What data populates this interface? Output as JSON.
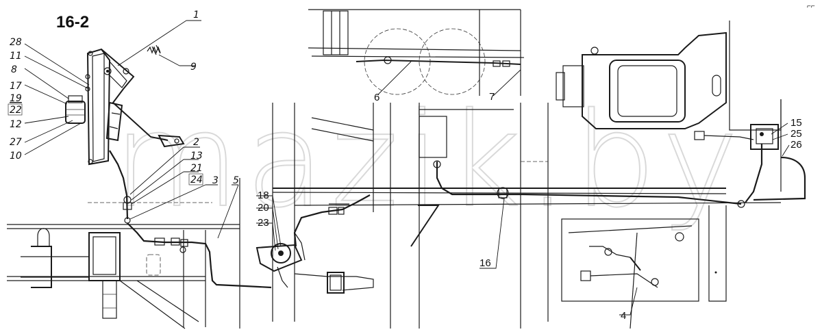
{
  "figure": {
    "title": "16-2",
    "watermark": "mazik.by",
    "corner_mark": "⌐⌐"
  },
  "callouts": {
    "c1": "1",
    "c2": "2",
    "c3": "3",
    "c4": "4",
    "c5": "5",
    "c6": "6",
    "c7": "7",
    "c8": "8",
    "c9": "9",
    "c10": "10",
    "c11": "11",
    "c12": "12",
    "c13": "13",
    "c15": "15",
    "c16": "16",
    "c17": "17",
    "c18": "18",
    "c19": "19",
    "c20": "20",
    "c21": "21",
    "c22": "22",
    "c23": "23",
    "c24": "24",
    "c25": "25",
    "c26": "26",
    "c27": "27",
    "c28": "28"
  }
}
